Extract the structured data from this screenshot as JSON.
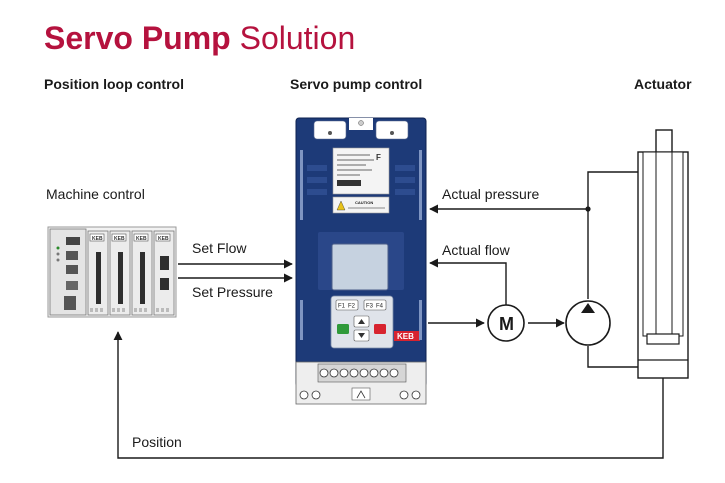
{
  "title": {
    "strong": "Servo Pump",
    "light": "Solution"
  },
  "headings": {
    "position_loop": "Position loop control",
    "servo_pump": "Servo pump control",
    "actuator": "Actuator"
  },
  "labels": {
    "machine_control": "Machine control",
    "set_flow": "Set Flow",
    "set_pressure": "Set Pressure",
    "actual_pressure": "Actual pressure",
    "actual_flow": "Actual flow",
    "position": "Position",
    "motor": "M"
  },
  "device": {
    "brand": "KEB",
    "keys": [
      "F1",
      "F2",
      "F3",
      "F4"
    ],
    "caution": "CAUTION"
  },
  "colors": {
    "brand": "#b5123e",
    "drive_blue": "#1d3a78",
    "line": "#1a1a1a",
    "keb_red": "#d7232f"
  }
}
